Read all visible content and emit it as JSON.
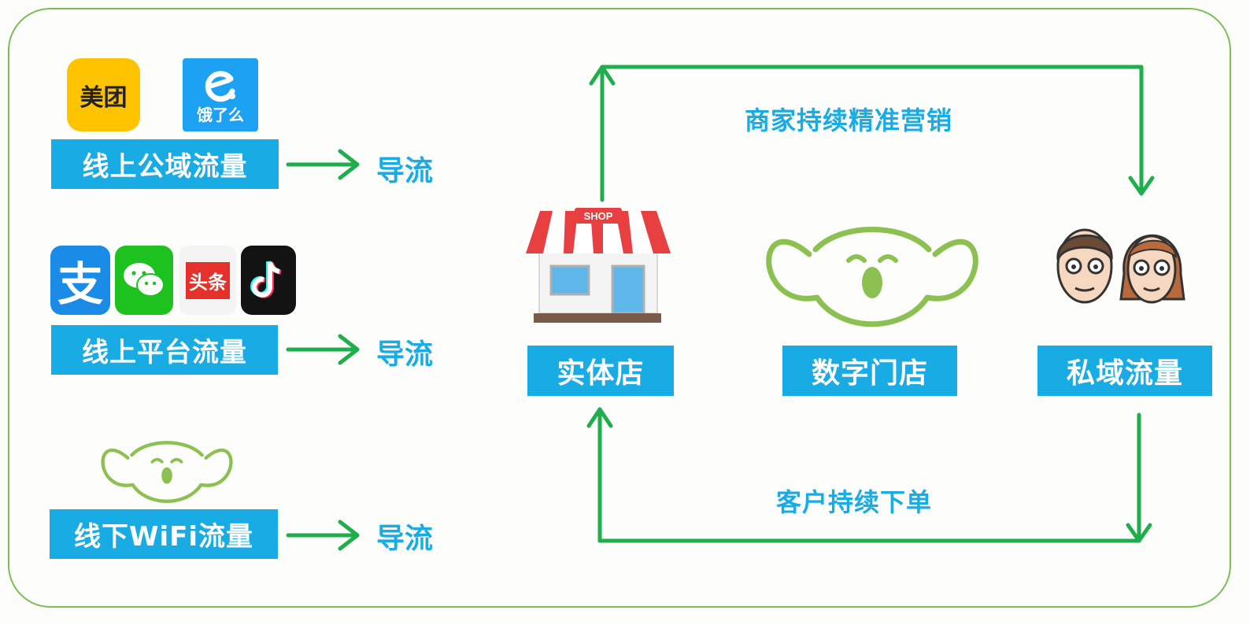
{
  "colors": {
    "accent": "#19ace4",
    "arrow": "#1fae4b",
    "frame": "#7dbd55",
    "koala": "#8cc152"
  },
  "left": {
    "rows": [
      {
        "label": "线上公域流量",
        "action": "导流",
        "icons": [
          "meituan-app-icon",
          "eleme-app-icon"
        ]
      },
      {
        "label": "线上平台流量",
        "action": "导流",
        "icons": [
          "alipay-app-icon",
          "wechat-app-icon",
          "toutiao-app-icon",
          "douyin-app-icon"
        ]
      },
      {
        "label": "线下WiFi流量",
        "action": "导流",
        "icons": [
          "koala-logo-icon"
        ]
      }
    ],
    "app_labels": {
      "meituan": "美团",
      "eleme": "饿了么",
      "alipay": "支",
      "toutiao": "头条"
    }
  },
  "right": {
    "nodes": [
      {
        "label": "实体店",
        "icon": "storefront-icon"
      },
      {
        "label": "数字门店",
        "icon": "koala-logo-icon"
      },
      {
        "label": "私域流量",
        "icon": "people-faces-icon"
      }
    ],
    "shop_sign": "SHOP",
    "top_flow": "商家持续精准营销",
    "bottom_flow": "客户持续下单"
  }
}
